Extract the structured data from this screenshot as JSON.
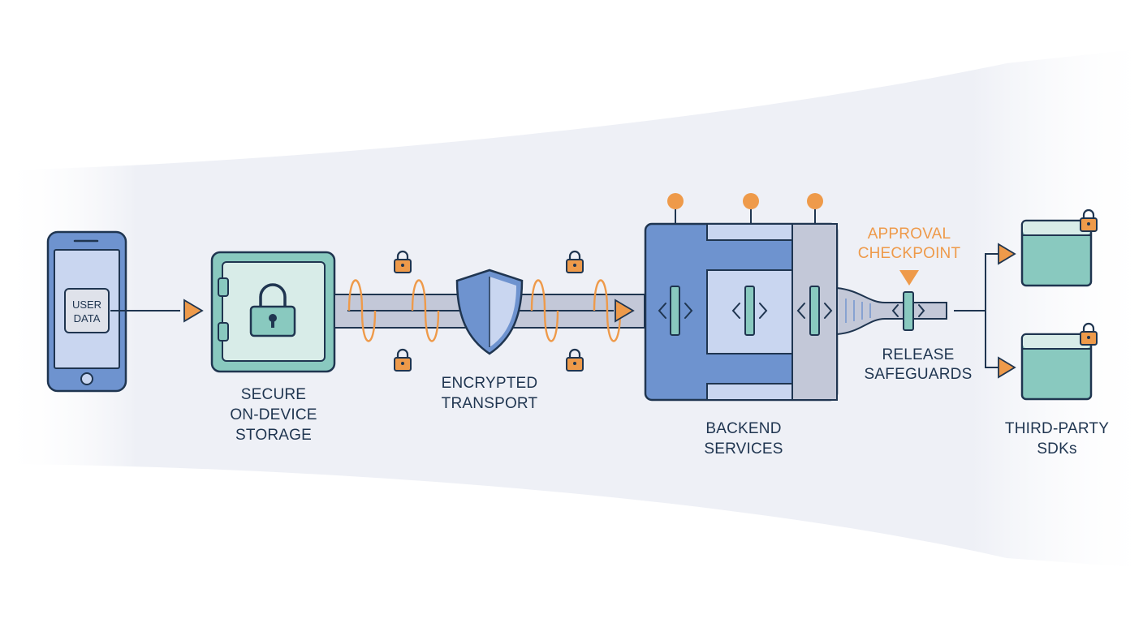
{
  "colors": {
    "outline": "#1f3550",
    "blue": "#6e93cf",
    "blue_light": "#c9d6f0",
    "teal": "#89c9bf",
    "orange": "#ee9a4a",
    "gray_pipe": "#c3c8d8",
    "background_band": "#eef0f6"
  },
  "nodes": {
    "phone": {
      "label_line1": "USER",
      "label_line2": "DATA"
    },
    "storage": {
      "label_line1": "SECURE",
      "label_line2": "ON-DEVICE",
      "label_line3": "STORAGE"
    },
    "transport": {
      "label_line1": "ENCRYPTED",
      "label_line2": "TRANSPORT"
    },
    "backend": {
      "label_line1": "BACKEND",
      "label_line2": "SERVICES"
    },
    "checkpoint": {
      "label_line1": "APPROVAL",
      "label_line2": "CHECKPOINT"
    },
    "release": {
      "label_line1": "RELEASE",
      "label_line2": "SAFEGUARDS"
    },
    "sdks": {
      "label_line1": "THIRD-PARTY",
      "label_line2": "SDKs"
    }
  },
  "icons": {
    "phone": "smartphone-icon",
    "vault": "vault-icon",
    "lock": "padlock-icon",
    "shield": "shield-icon",
    "server": "server-icon",
    "window": "app-window-icon",
    "arrow": "arrowhead-icon"
  }
}
